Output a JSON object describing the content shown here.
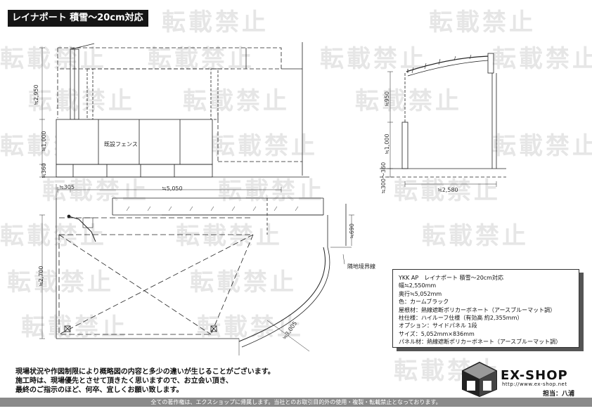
{
  "title": "レイナポート 積雪～20cm対応",
  "watermark_text": "転載禁止",
  "elevation": {
    "height_total": "≒2,950",
    "fence_height": "≒1,000",
    "base_height": "≒360",
    "fence_label": "既設フェンス"
  },
  "side_view": {
    "upper": "≒950",
    "fence": "≒1,000",
    "lower": "≒300～360",
    "width": "≒2,580"
  },
  "plan": {
    "left_offset": "≒305",
    "width": "≒5,050",
    "depth": "≒2,700",
    "right_offset": "≒690",
    "diagonal": "≒3,005",
    "boundary_label": "隣地境界線"
  },
  "spec": {
    "lines": [
      "YKK AP　レイナポート 積雪～20cm対応",
      "幅≒2,550mm",
      "奥行≒5,052mm",
      "色：カームブラック",
      "屋根材：熱線遮断ポリカーボネート（アースブルーマット調）",
      "柱仕様：ハイルーフ仕様（有効高 約2,355mm）",
      "オプション：サイドパネル 1段",
      "サイズ：5,052mm×836mm",
      "パネル材：熱線遮断ポリカーボネート（アースブルーマット調）"
    ]
  },
  "notes": [
    "現場状況や作図制限により概略図の内容と多少の違いが生じることがございます。",
    "施工時は、現場優先とさせて頂きたく思いますので、お立会い頂き、",
    "最終のご指示のほど、何卒、宜しくお願い致します。"
  ],
  "footer": "全ての著作権は、エクスショップに帰属します。当社とのお取引目的外の使用・複製・転載禁止となっております。",
  "logo": {
    "name": "EX-SHOP",
    "url": "http://www.ex-shop.net",
    "staff": "担当：八浦"
  }
}
